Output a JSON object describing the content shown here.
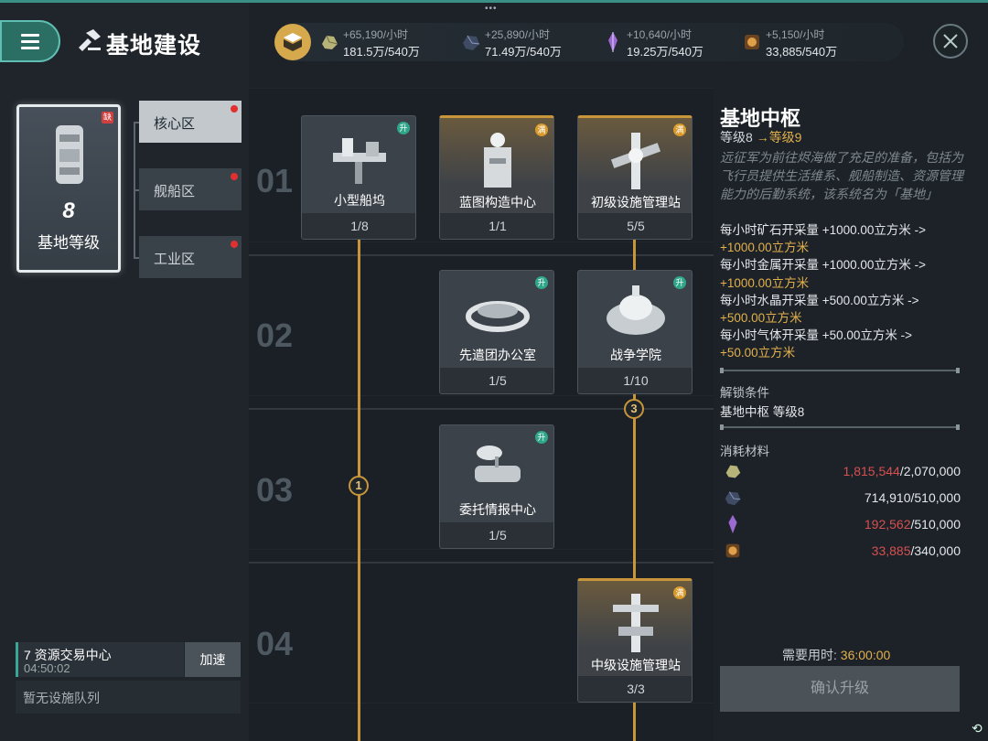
{
  "header": {
    "title": "基地建设",
    "resources": [
      {
        "icon": "ore-icon",
        "rate": "+65,190/小时",
        "amount": "181.5万/540万",
        "color": "#b7b47a"
      },
      {
        "icon": "metal-icon",
        "rate": "+25,890/小时",
        "amount": "71.49万/540万",
        "color": "#5a6a8a"
      },
      {
        "icon": "crystal-icon",
        "rate": "+10,640/小时",
        "amount": "19.25万/540万",
        "color": "#9b6ad0"
      },
      {
        "icon": "gas-icon",
        "rate": "+5,150/小时",
        "amount": "33,885/540万",
        "color": "#c98a3a"
      }
    ]
  },
  "left": {
    "level_badge": "缺",
    "level_num": "8",
    "level_label": "基地等级",
    "zones": [
      {
        "label": "核心区",
        "active": true
      },
      {
        "label": "舰船区",
        "active": false
      },
      {
        "label": "工业区",
        "active": false
      }
    ],
    "queue": {
      "name": "7 资源交易中心",
      "timer": "04:50:02",
      "speed_label": "加速",
      "empty_label": "暂无设施队列"
    }
  },
  "tree": {
    "rows": [
      "01",
      "02",
      "03",
      "04"
    ],
    "markers": [
      "1",
      "3"
    ],
    "buildings": [
      {
        "name": "小型船坞",
        "count": "1/8",
        "tag": "升",
        "style": "normal"
      },
      {
        "name": "蓝图构造中心",
        "count": "1/1",
        "tag": "满",
        "style": "gold"
      },
      {
        "name": "初级设施管理站",
        "count": "5/5",
        "tag": "满",
        "style": "gold"
      },
      {
        "name": "先遣团办公室",
        "count": "1/5",
        "tag": "升",
        "style": "normal"
      },
      {
        "name": "战争学院",
        "count": "1/10",
        "tag": "升",
        "style": "normal"
      },
      {
        "name": "委托情报中心",
        "count": "1/5",
        "tag": "升",
        "style": "normal"
      },
      {
        "name": "中级设施管理站",
        "count": "3/3",
        "tag": "满",
        "style": "gold"
      }
    ]
  },
  "detail": {
    "title": "基地中枢",
    "level_current": "等级8",
    "level_next": "→等级9",
    "description": "远征军为前往烬海做了充足的准备，包括为飞行员提供生活维系、舰船制造、资源管理能力的后勤系统，该系统名为「基地」",
    "effects": [
      {
        "label": "每小时矿石开采量 +1000.00立方米 ->",
        "value": "+1000.00立方米"
      },
      {
        "label": "每小时金属开采量 +1000.00立方米 ->",
        "value": "+1000.00立方米"
      },
      {
        "label": "每小时水晶开采量 +500.00立方米 ->",
        "value": "+500.00立方米"
      },
      {
        "label": "每小时气体开采量 +50.00立方米 ->",
        "value": "+50.00立方米"
      }
    ],
    "unlock_label": "解锁条件",
    "unlock_value": "基地中枢 等级8",
    "materials_label": "消耗材料",
    "materials": [
      {
        "icon": "ore-icon",
        "have": "1,815,544",
        "need": "/2,070,000",
        "insufficient": true
      },
      {
        "icon": "metal-icon",
        "have": "714,910",
        "need": "/510,000",
        "insufficient": false
      },
      {
        "icon": "crystal-icon",
        "have": "192,562",
        "need": "/510,000",
        "insufficient": true
      },
      {
        "icon": "gas-icon",
        "have": "33,885",
        "need": "/340,000",
        "insufficient": true
      }
    ],
    "time_label": "需要用时:",
    "time_value": "36:00:00",
    "confirm_label": "确认升级"
  }
}
